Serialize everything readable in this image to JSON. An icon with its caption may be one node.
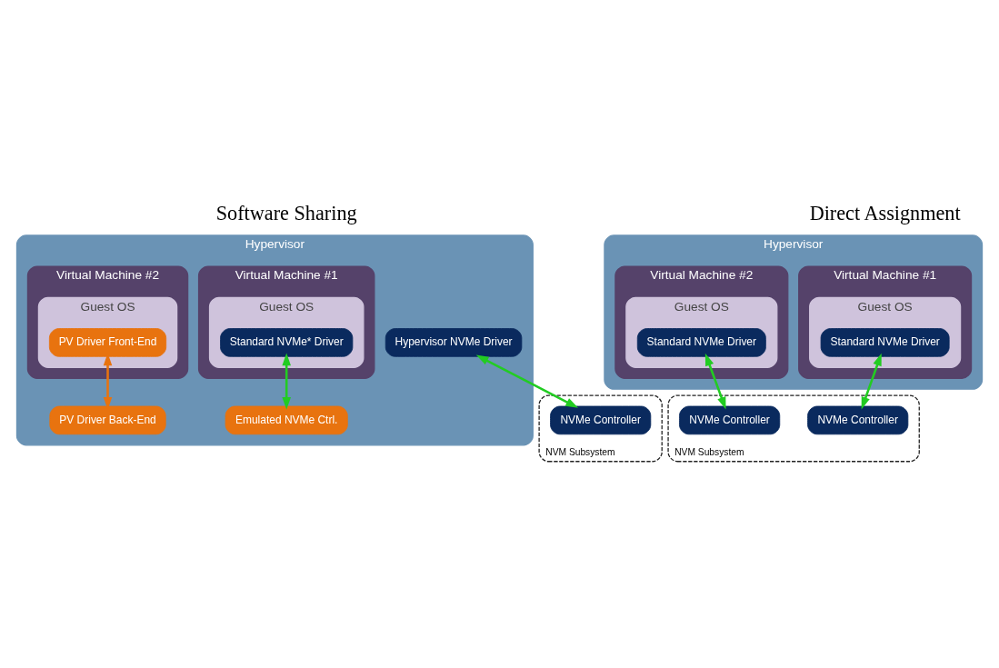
{
  "diagram": {
    "nodes": [
      {
        "text": [
          "Hypervisor"
        ]
      },
      {
        "text": [
          "Virtual Machine #1"
        ],
        "in": 0
      },
      {
        "text": [
          "Guest OS"
        ],
        "in": 1
      },
      {
        "text": [
          "Standard NVMe* Driver"
        ],
        "in": 2
      },
      {
        "text": [
          "Virtual Machine #2"
        ],
        "in": 0
      },
      {
        "text": [
          "Guest OS"
        ],
        "in": 4
      },
      {
        "text": [
          "PV Driver Front-End"
        ],
        "in": 5
      },
      {
        "text": [
          "Emulated NVMe Ctrl."
        ],
        "in": 0
      },
      {
        "text": [
          "PV Driver Back-End"
        ],
        "in": 0
      },
      {
        "text": [
          "Hypervisor NVMe Driver"
        ],
        "in": 0
      },
      {
        "text": [
          "NVM Subsystem"
        ]
      },
      {
        "text": [
          "NVMe Controller"
        ],
        "in": 10
      },
      {
        "text": [
          "Hypervisor"
        ]
      },
      {
        "text": [
          "Virtual Machine #1"
        ],
        "in": 12
      },
      {
        "text": [
          "Guest OS"
        ],
        "in": 13
      },
      {
        "text": [
          "Standard NVMe Driver"
        ],
        "in": 14
      },
      {
        "text": [
          "Virtual Machine #2"
        ],
        "in": 12
      },
      {
        "text": [
          "Guest OS"
        ],
        "in": 16
      },
      {
        "text": [
          "Standard NVMe Driver"
        ],
        "in": 17
      },
      {
        "text": [
          "NVM Subsystem"
        ]
      },
      {
        "text": [
          "NVMe Controller"
        ],
        "in": 19
      },
      {
        "text": [
          "NVMe Controller"
        ],
        "in": 19
      }
    ],
    "edges": [
      {
        "from": 3,
        "to": 7,
        "arrow": "both"
      },
      {
        "from": 6,
        "to": 8,
        "arrow": "both",
        "color": "#e8730f"
      },
      {
        "from": 9,
        "to": 11,
        "arrow": "both"
      },
      {
        "from": 15,
        "to": 20,
        "arrow": "both"
      },
      {
        "from": 18,
        "to": 21,
        "arrow": "both"
      }
    ],
    "labels": [
      "Software Sharing",
      "Direct Assignment"
    ]
  }
}
